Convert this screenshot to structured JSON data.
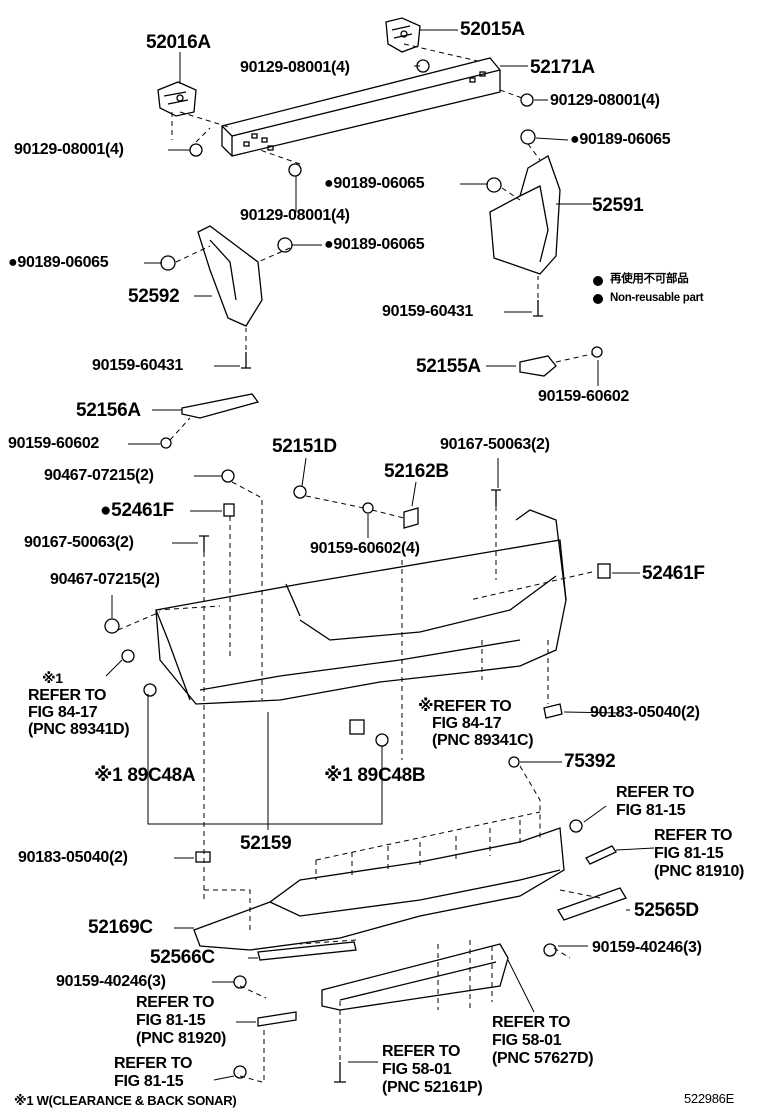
{
  "labels": {
    "p52016A": "52016A",
    "p52015A": "52015A",
    "p52171A": "52171A",
    "b90129_a": "90129-08001(4)",
    "b90129_b": "90129-08001(4)",
    "b90129_c": "90129-08001(4)",
    "b90129_d": "90129-08001(4)",
    "c90189_a": "●90189-06065",
    "c90189_b": "●90189-06065",
    "c90189_c": "●90189-06065",
    "c90189_d": "●90189-06065",
    "p52591": "52591",
    "p52592": "52592",
    "s90159_60431_a": "90159-60431",
    "s90159_60431_b": "90159-60431",
    "p52155A": "52155A",
    "s90159_60602_a": "90159-60602",
    "p52156A": "52156A",
    "s90159_60602_b": "90159-60602",
    "s90467_a": "90467-07215(2)",
    "s90467_b": "90467-07215(2)",
    "p52151D": "52151D",
    "s90167_a": "90167-50063(2)",
    "s90167_b": "90167-50063(2)",
    "p52162B": "52162B",
    "p52461F_a": "●52461F",
    "p52461F_b": "52461F",
    "s90159_60602_c": "90159-60602(4)",
    "p89C48A": "※1 89C48A",
    "p89C48B": "※1 89C48B",
    "p52159": "52159",
    "s90183_a": "90183-05040(2)",
    "s90183_b": "90183-05040(2)",
    "p75392": "75392",
    "p52169C": "52169C",
    "p52565D": "52565D",
    "p52566C": "52566C",
    "s90159_40246_a": "90159-40246(3)",
    "s90159_40246_b": "90159-40246(3)",
    "footnote": "※1 W(CLEARANCE & BACK SONAR)",
    "code": "522986E"
  },
  "legend": {
    "jp": "再使用不可部品",
    "en": "Non-reusable part"
  },
  "refs": {
    "r1": [
      "※1",
      "REFER TO",
      "FIG 84-17",
      "(PNC 89341D)"
    ],
    "r2": [
      "※REFER TO",
      "FIG 84-17",
      "(PNC 89341C)"
    ],
    "r3": [
      "REFER TO",
      "FIG 81-15"
    ],
    "r4": [
      "REFER TO",
      "FIG 81-15",
      "(PNC 81910)"
    ],
    "r5": [
      "REFER TO",
      "FIG 81-15",
      "(PNC 81920)"
    ],
    "r6": [
      "REFER TO",
      "FIG 81-15"
    ],
    "r7": [
      "REFER TO",
      "FIG 58-01",
      "(PNC 57627D)"
    ],
    "r8": [
      "REFER TO",
      "FIG 58-01",
      "(PNC 52161P)"
    ]
  }
}
